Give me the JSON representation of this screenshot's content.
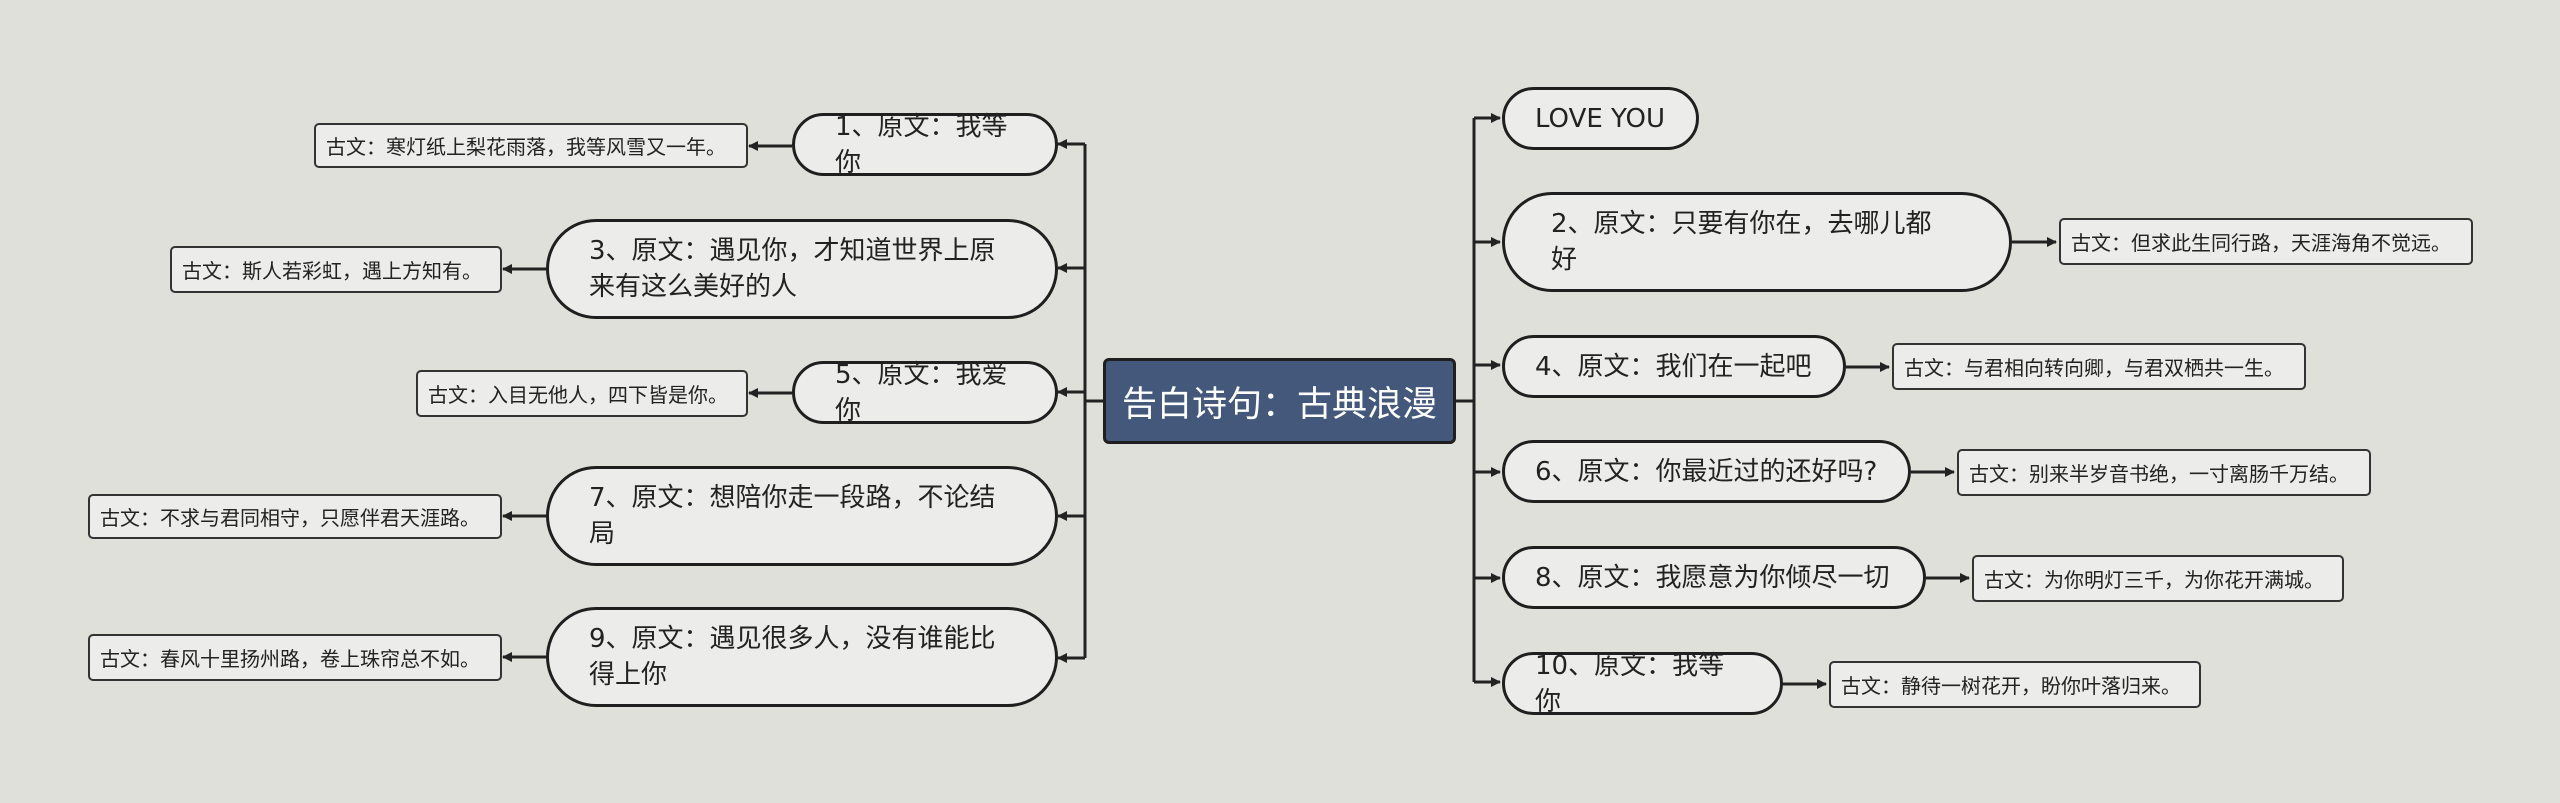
{
  "root": {
    "label": "告白诗句：古典浪漫"
  },
  "left": [
    {
      "node": "1、原文：我等你",
      "note": "古文：寒灯纸上梨花雨落，我等风雪又一年。"
    },
    {
      "node": "3、原文：遇见你，才知道世界上原来有这么美好的人",
      "note": "古文：斯人若彩虹，遇上方知有。"
    },
    {
      "node": "5、原文：我爱你",
      "note": "古文：入目无他人，四下皆是你。"
    },
    {
      "node": "7、原文：想陪你走一段路，不论结局",
      "note": "古文：不求与君同相守，只愿伴君天涯路。"
    },
    {
      "node": "9、原文：遇见很多人，没有谁能比得上你",
      "note": "古文：春风十里扬州路，卷上珠帘总不如。"
    }
  ],
  "right": [
    {
      "node": "LOVE YOU",
      "note": ""
    },
    {
      "node": "2、原文：只要有你在，去哪儿都好",
      "note": "古文：但求此生同行路，天涯海角不觉远。"
    },
    {
      "node": "4、原文：我们在一起吧",
      "note": "古文：与君相向转向卿，与君双栖共一生。"
    },
    {
      "node": "6、原文：你最近过的还好吗?",
      "note": "古文：别来半岁音书绝，一寸离肠千万结。"
    },
    {
      "node": "8、原文：我愿意为你倾尽一切",
      "note": "古文：为你明灯三千，为你花开满城。"
    },
    {
      "node": "10、原文：我等你",
      "note": "古文：静待一树花开，盼你叶落归来。"
    }
  ]
}
